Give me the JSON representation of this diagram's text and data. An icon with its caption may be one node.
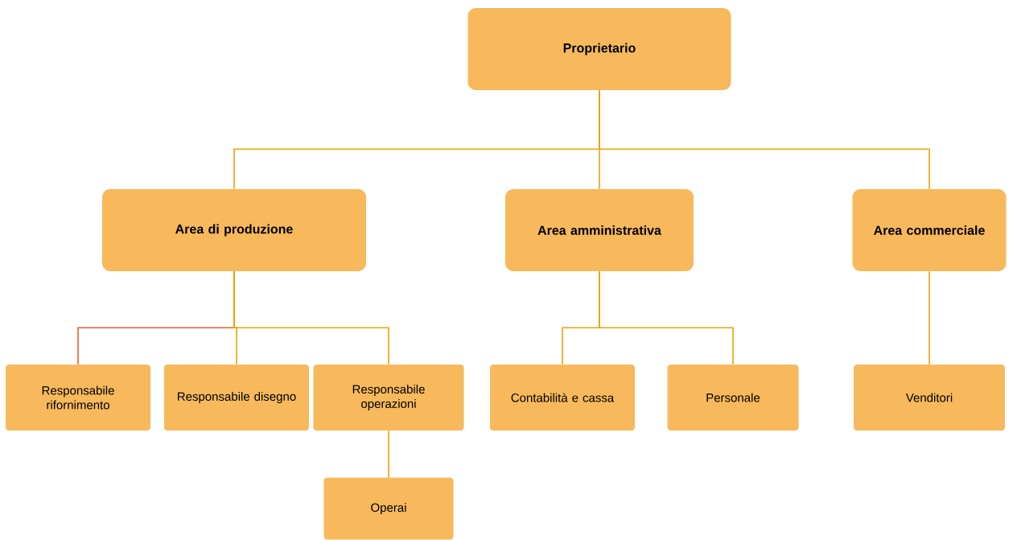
{
  "diagram": {
    "nodes": [
      {
        "text": [
          "Proprietario"
        ]
      },
      {
        "text": [
          "Area di produzione"
        ]
      },
      {
        "text": [
          "Area amministrativa"
        ]
      },
      {
        "text": [
          "Area commerciale"
        ]
      },
      {
        "text": [
          "Responsabile rifornimento"
        ]
      },
      {
        "text": [
          "Responsabile disegno"
        ]
      },
      {
        "text": [
          "Responsabile operazioni"
        ]
      },
      {
        "text": [
          "Contabilità e cassa"
        ]
      },
      {
        "text": [
          "Personale"
        ]
      },
      {
        "text": [
          "Venditori"
        ]
      },
      {
        "text": [
          "Operai"
        ]
      }
    ],
    "edges": [
      {
        "from": 0,
        "to": 1,
        "arrow": "none"
      },
      {
        "from": 0,
        "to": 2,
        "arrow": "none"
      },
      {
        "from": 0,
        "to": 3,
        "arrow": "none"
      },
      {
        "from": 1,
        "to": 4,
        "arrow": "none",
        "color": "#e8622a"
      },
      {
        "from": 1,
        "to": 5,
        "arrow": "none"
      },
      {
        "from": 1,
        "to": 6,
        "arrow": "none"
      },
      {
        "from": 2,
        "to": 7,
        "arrow": "none"
      },
      {
        "from": 2,
        "to": 8,
        "arrow": "none"
      },
      {
        "from": 3,
        "to": 9,
        "arrow": "none"
      },
      {
        "from": 6,
        "to": 10,
        "arrow": "none"
      }
    ]
  }
}
